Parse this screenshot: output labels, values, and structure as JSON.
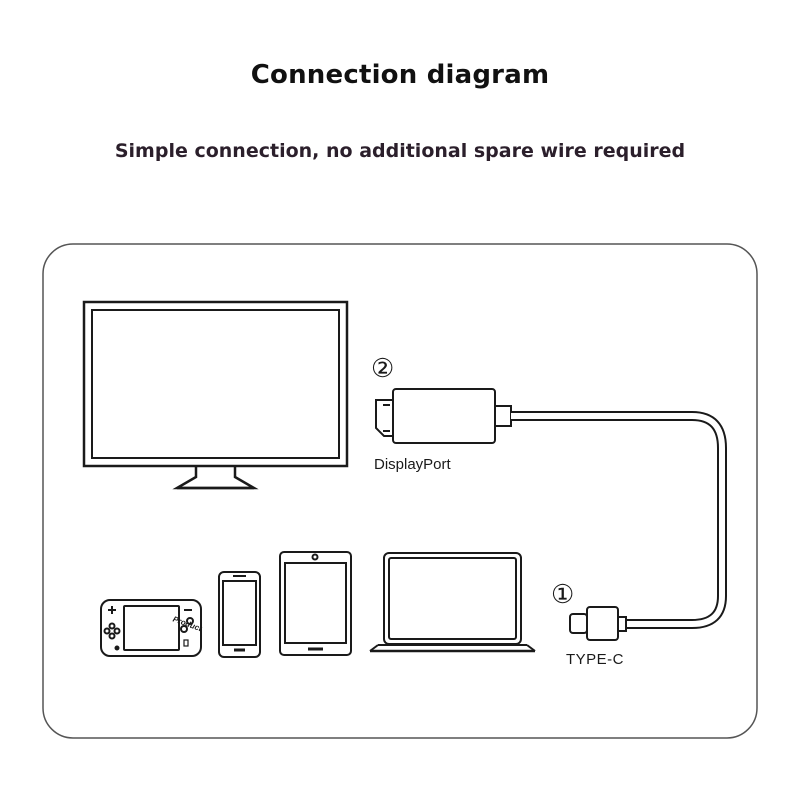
{
  "title": "Connection diagram",
  "subtitle": "Simple connection, no additional spare wire required",
  "labels": {
    "num_top": "②",
    "num_bottom": "①",
    "displayport": "DisplayPort",
    "typec": "TYPE-C",
    "switch_sticker": "Product"
  },
  "colors": {
    "line": "#1a1a1a",
    "panel_border": "#555555",
    "cable_fill": "#ffffff"
  }
}
